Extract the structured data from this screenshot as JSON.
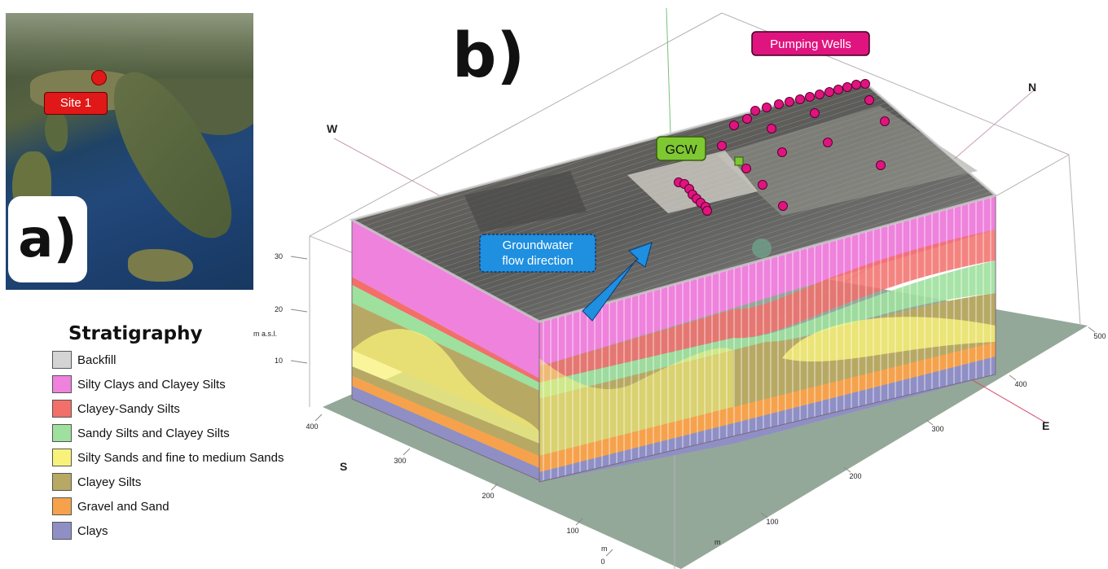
{
  "panel_a": {
    "label": "a)",
    "site_label": "Site 1",
    "marker_color": "#e11818"
  },
  "panel_b": {
    "label": "b)",
    "callouts": {
      "pumping_wells": "Pumping Wells",
      "gcw": "GCW",
      "flow_line1": "Groundwater",
      "flow_line2": "flow direction"
    },
    "directions": {
      "west": "W",
      "north": "N",
      "south": "S",
      "east": "E"
    },
    "z_axis": {
      "unit": "m a.s.l.",
      "ticks": [
        "30",
        "20",
        "10"
      ]
    },
    "left_axis": {
      "ticks": [
        "400",
        "300",
        "200",
        "100",
        "0"
      ],
      "unit": "m"
    },
    "right_axis": {
      "ticks": [
        "100",
        "200",
        "300",
        "400",
        "500"
      ],
      "unit": "m"
    },
    "well_color": "#e0147f",
    "gcw_color": "#7ec832",
    "flow_color": "#1f8fe0"
  },
  "legend": {
    "title": "Stratigraphy",
    "items": [
      {
        "label": "Backfill",
        "color": "#d4d4d4"
      },
      {
        "label": "Silty Clays and Clayey Silts",
        "color": "#ee82dc"
      },
      {
        "label": "Clayey-Sandy Silts",
        "color": "#f26f6a"
      },
      {
        "label": "Sandy Silts and Clayey Silts",
        "color": "#9ee09e"
      },
      {
        "label": "Silty Sands and fine to medium Sands",
        "color": "#f8f27a"
      },
      {
        "label": "Clayey Silts",
        "color": "#b7a964"
      },
      {
        "label": "Gravel and Sand",
        "color": "#f6a24c"
      },
      {
        "label": "Clays",
        "color": "#8f8fc6"
      }
    ]
  }
}
